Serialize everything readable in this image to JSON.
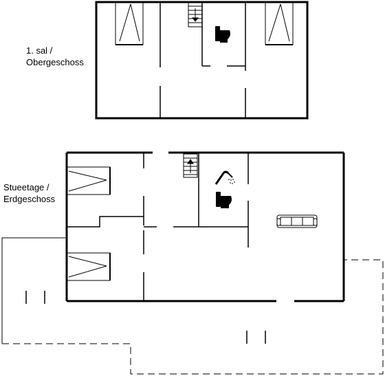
{
  "floors": {
    "upper": {
      "line1": "1. sal /",
      "line2": "Obergeschoss"
    },
    "ground": {
      "line1": "Stueetage /",
      "line2": "Erdgeschoss"
    }
  },
  "colors": {
    "wall": "#000000",
    "background": "#ffffff"
  },
  "icons": [
    "bed-icon",
    "stairs-icon",
    "toilet-icon",
    "shower-icon",
    "sofa-icon"
  ]
}
